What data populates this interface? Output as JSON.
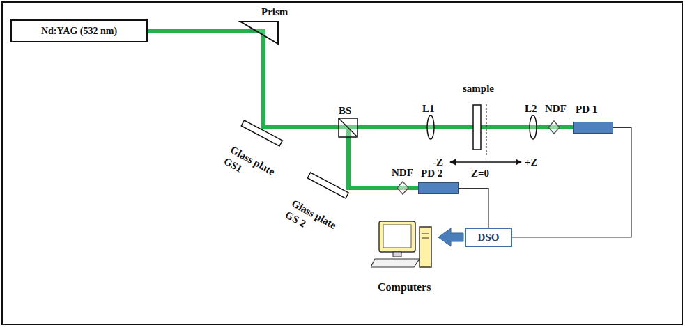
{
  "diagram": {
    "nodes": [
      {
        "text": [
          "Nd:YAG (532 nm)"
        ]
      },
      {
        "text": [
          "PD 1"
        ]
      },
      {
        "text": [
          "PD 2"
        ]
      },
      {
        "text": [
          "DSO"
        ]
      },
      {
        "text": [
          "Computers"
        ]
      }
    ],
    "edges": [
      {
        "from": 1,
        "to": 3,
        "arrow": "none"
      },
      {
        "from": 2,
        "to": 3,
        "arrow": "none"
      },
      {
        "from": 3,
        "to": 4,
        "arrow": "to"
      }
    ],
    "labels": [
      "Prism",
      "BS",
      "L1",
      "sample",
      "L2",
      "NDF",
      "Glass plate GS1",
      "Glass plate GS 2",
      "NDF",
      "-Z",
      "Z=0",
      "+Z"
    ]
  }
}
